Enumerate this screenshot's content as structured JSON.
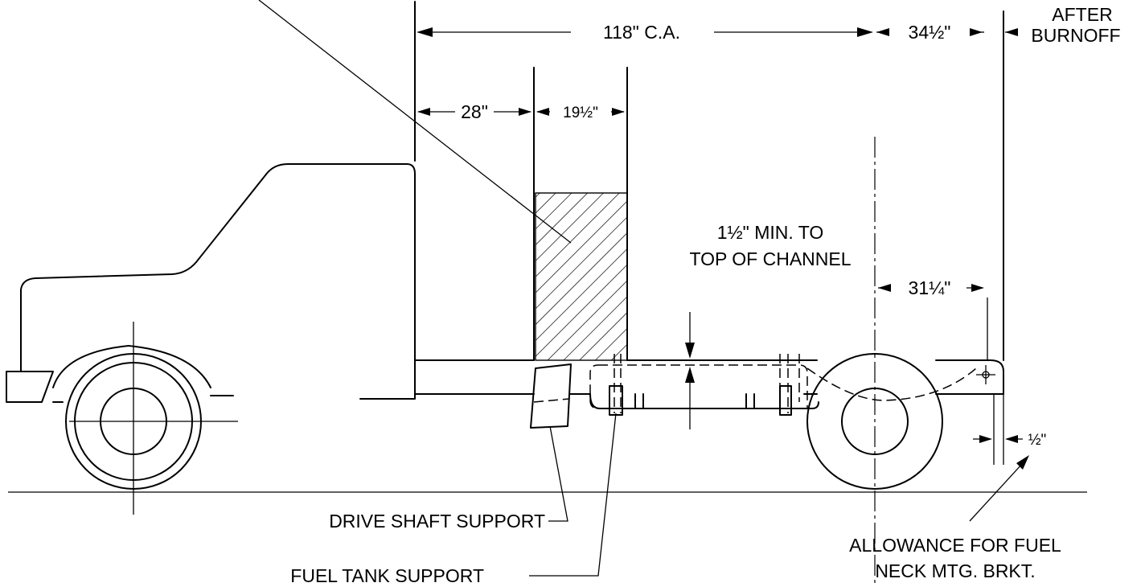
{
  "dimensions": {
    "ca": "118\" C.A.",
    "after_axle": "34½\"",
    "after_burnoff": [
      "AFTER",
      "BURNOFF"
    ],
    "cab_to_box": "28\"",
    "box_width": "19½\"",
    "min_clearance": [
      "1½\" MIN. TO",
      "TOP OF CHANNEL"
    ],
    "axle_to_bracket": "31¼\"",
    "half_inch": "½\""
  },
  "callouts": {
    "drive_shaft_support": "DRIVE SHAFT SUPPORT",
    "fuel_tank_support": "FUEL TANK SUPPORT",
    "allowance": [
      "ALLOWANCE FOR FUEL",
      "NECK MTG. BRKT."
    ]
  }
}
